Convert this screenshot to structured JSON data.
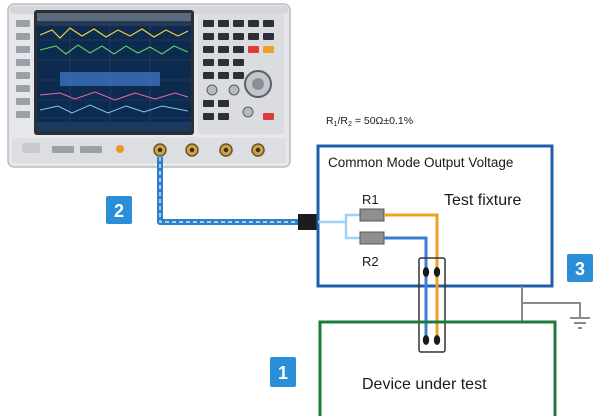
{
  "ratio_label": {
    "r_sub1": "1",
    "r_sub2": "2",
    "prefix_r1": "R",
    "sep": "/R",
    "suffix": " = 50Ω±0.1%"
  },
  "fixture": {
    "title": "Common Mode Output Voltage",
    "name": "Test fixture",
    "r1": "R1",
    "r2": "R2"
  },
  "dut": {
    "label": "Device under test"
  },
  "badges": {
    "b1": "1",
    "b2": "2",
    "b3": "3"
  },
  "colors": {
    "badge_blue": "#2a8fd6",
    "fixture_border": "#1f5fa8",
    "dut_border": "#1e7a3c",
    "wire_orange": "#f0a020",
    "wire_blue": "#3b7fd1",
    "wire_lightblue": "#9fd1f5",
    "cable_blue": "#2f7fc8",
    "ground_gray": "#8a8a8a"
  }
}
